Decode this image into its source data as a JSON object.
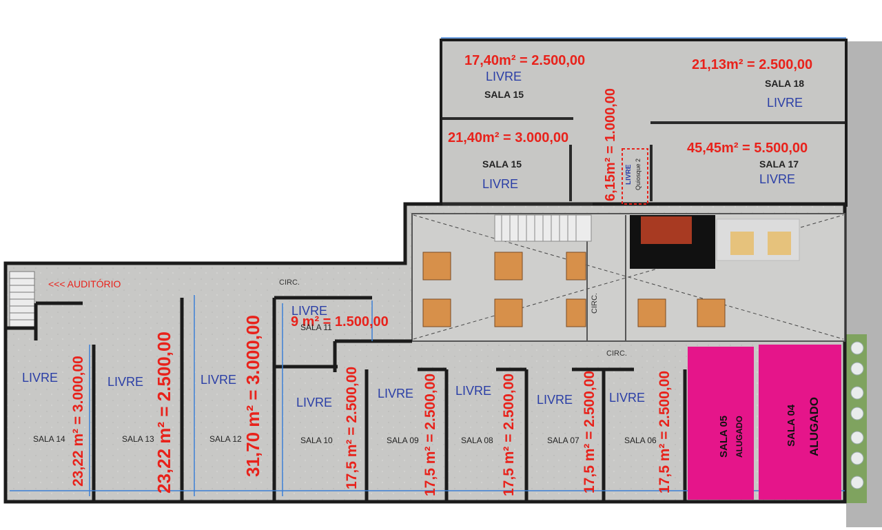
{
  "upper": {
    "sala15_top": {
      "price": "17,40m² = 2.500,00",
      "status": "LIVRE",
      "name": "SALA 15"
    },
    "sala18": {
      "price": "21,13m² = 2.500,00",
      "name": "SALA 18",
      "status": "LIVRE"
    },
    "sala15_low": {
      "price": "21,40m² = 3.000,00",
      "name": "SALA 15",
      "status": "LIVRE"
    },
    "quiosque": {
      "price": "6,15m² = 1.000,00",
      "status": "LIVRE",
      "name": "Quiosque 2"
    },
    "sala17": {
      "price": "45,45m² = 5.500,00",
      "name": "SALA 17",
      "status": "LIVRE"
    }
  },
  "labels": {
    "auditorio": "<<< AUDITÓRIO",
    "circ_left": "CIRC.",
    "circ_mid": "CIRC.",
    "circ_right": "CIRC."
  },
  "sala11": {
    "status": "LIVRE",
    "price": "9 m² = 1.500,00",
    "name": "SALA 11"
  },
  "lower": [
    {
      "name": "SALA 14",
      "status": "LIVRE",
      "price": "23,22 m² = 3.000,00"
    },
    {
      "name": "SALA 13",
      "status": "LIVRE",
      "price": "23,22 m² = 2.500,00"
    },
    {
      "name": "SALA 12",
      "status": "LIVRE",
      "price": "31,70 m² = 3.000,00"
    },
    {
      "name": "SALA 10",
      "status": "LIVRE",
      "price": "17,5 m² = 2.500,00"
    },
    {
      "name": "SALA 09",
      "status": "LIVRE",
      "price": "17,5 m² = 2.500,00"
    },
    {
      "name": "SALA 08",
      "status": "LIVRE",
      "price": "17,5 m² = 2.500,00"
    },
    {
      "name": "SALA 07",
      "status": "LIVRE",
      "price": "17,5 m² = 2.500,00"
    },
    {
      "name": "SALA 06",
      "status": "LIVRE",
      "price": "17,5 m² = 2.500,00"
    }
  ],
  "rented": [
    {
      "name": "SALA 05",
      "status": "ALUGADO"
    },
    {
      "name": "SALA 04",
      "status": "ALUGADO"
    }
  ],
  "colors": {
    "price": "#e8221b",
    "status": "#2a3ea6",
    "rented": "#e5158a",
    "floor": "#c9c9c9",
    "wall": "#1b1b1b"
  }
}
